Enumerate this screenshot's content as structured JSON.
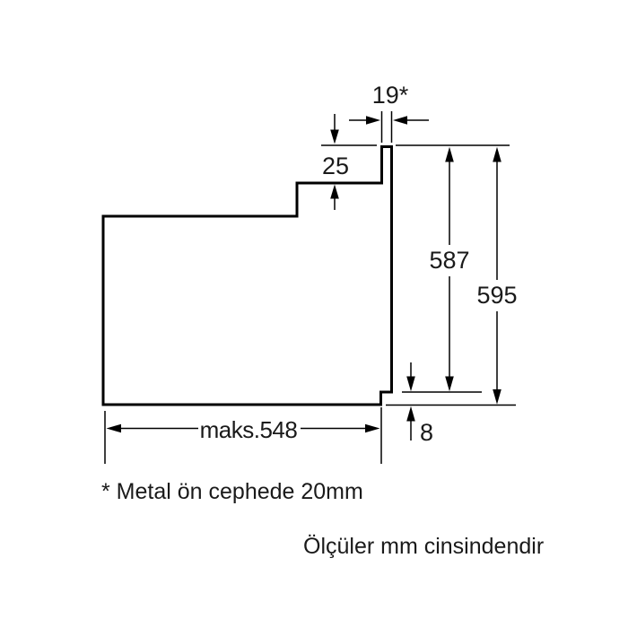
{
  "colors": {
    "background": "#ffffff",
    "line": "#000000",
    "text": "#1a1a1a"
  },
  "diagram": {
    "type": "technical-drawing",
    "subject": "built-in oven side profile installation dimensions",
    "labels": {
      "panel_thickness": "19*",
      "top_step": "25",
      "front_height": "587",
      "total_height": "595",
      "bottom_gap": "8",
      "max_depth": "maks.548"
    },
    "footnote": "* Metal ön cephede 20mm",
    "units_note": "Ölçüler mm cinsindendir"
  }
}
